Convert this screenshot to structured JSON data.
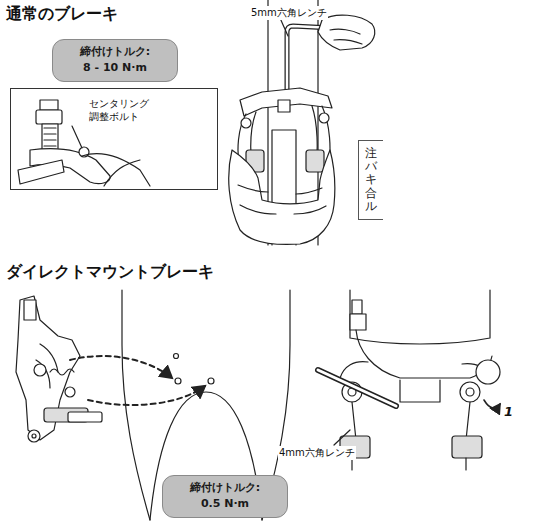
{
  "diagram": {
    "nodes": [
      {
        "text": [
          "締付けトルク:",
          "8 - 10 N·m"
        ]
      },
      {
        "text": [
          "センタリング 調整ボルト"
        ]
      },
      {
        "text": [
          "注バキ合ル"
        ]
      },
      {
        "text": [
          "締付けトルク:",
          "0.5 N·m"
        ]
      }
    ],
    "labels": [
      "通常のブレーキ",
      "5mm六角レンチ",
      "ダイレクトマウントブレーキ",
      "4mm六角レンチ",
      "1"
    ]
  }
}
